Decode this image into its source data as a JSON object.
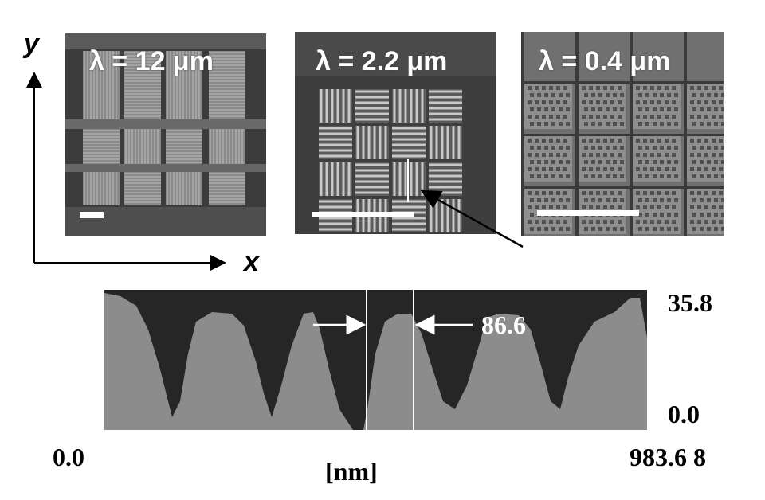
{
  "panels": [
    {
      "label": "λ = 12 μm"
    },
    {
      "label": "λ = 2.2 μm"
    },
    {
      "label": "λ = 0.4 μm"
    }
  ],
  "axes": {
    "y": "y",
    "x": "x"
  },
  "profile": {
    "y_max": "35.8",
    "y_min": "0.0",
    "x_min": "0.0",
    "x_max": "983.6 8",
    "unit": "[nm]",
    "marker_value": "86.6"
  },
  "colors": {
    "background": "#ffffff",
    "profile_dark": "#262626",
    "profile_fill": "#8c8c8c"
  }
}
